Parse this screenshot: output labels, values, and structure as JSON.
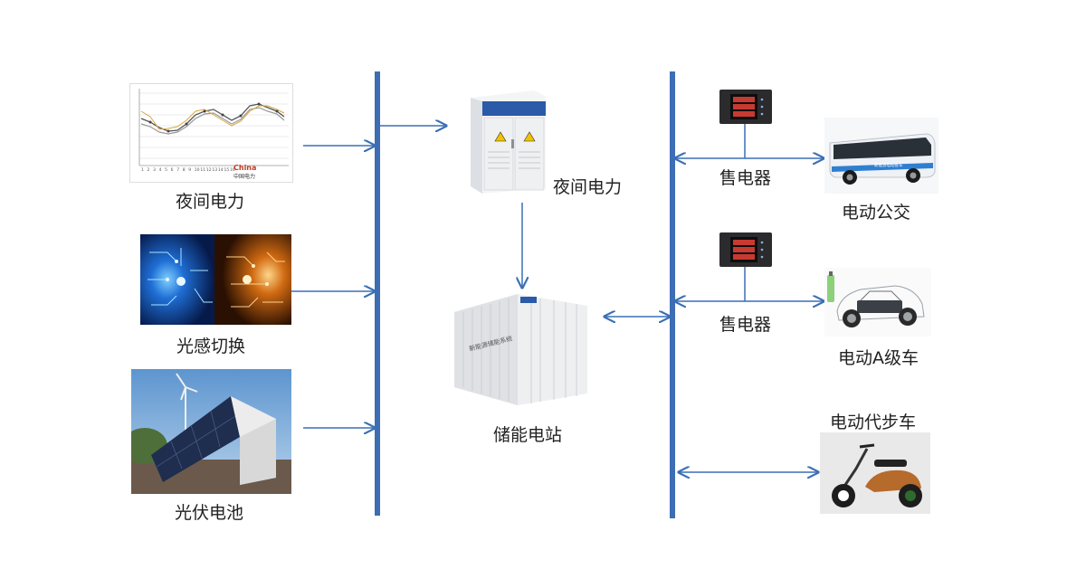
{
  "sources": {
    "night_power_label": "夜间电力",
    "light_switch_label": "光感切换",
    "pv_battery_label": "光伏电池"
  },
  "center": {
    "converter_label": "夜间电力",
    "storage_label": "储能电站"
  },
  "sinks": {
    "meter_1_label": "售电器",
    "meter_2_label": "售电器",
    "bus_label": "电动公交",
    "car_label": "电动A级车",
    "scooter_label": "电动代步车"
  },
  "chart_thumb": {
    "ticks": [
      "1",
      "2",
      "3",
      "4",
      "5",
      "6",
      "7",
      "8",
      "9",
      "10",
      "11",
      "12",
      "13",
      "14",
      "15",
      "16"
    ],
    "logo_text": "China",
    "logo_sub": "中国电力"
  },
  "bus_text": "新能源电动客车",
  "storage_text": "新能源储能系统",
  "colors": {
    "line": "#3a6fb5",
    "bar": "#3d6db3"
  }
}
